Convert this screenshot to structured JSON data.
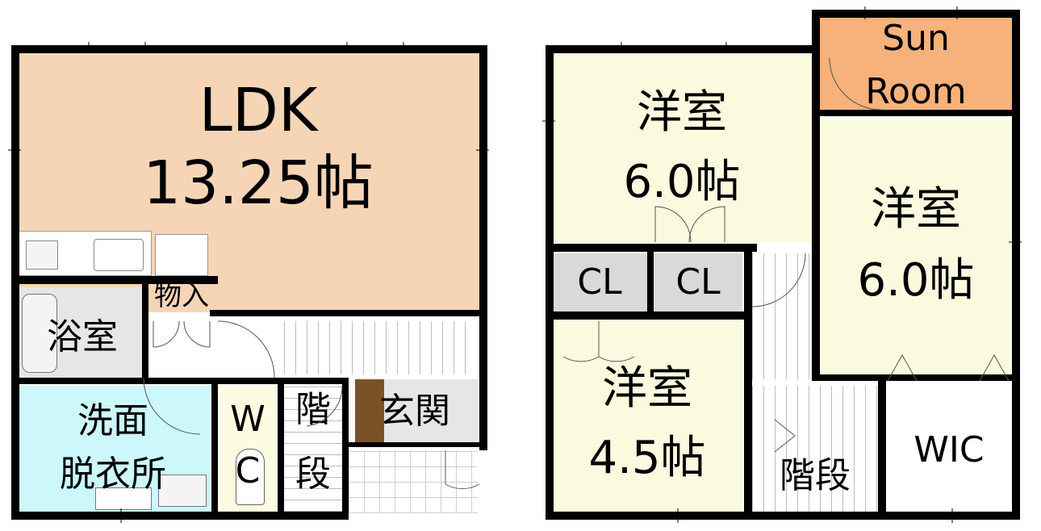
{
  "floor1": {
    "ldk": {
      "name": "LDK",
      "size": "13.25帖"
    },
    "storage": "物入",
    "bath": "浴室",
    "washroom_line1": "洗面",
    "washroom_line2": "脱衣所",
    "wc_line1": "W",
    "wc_line2": "C",
    "stairs_line1": "階",
    "stairs_line2": "段",
    "entrance": "玄関"
  },
  "floor2": {
    "sunroom_line1": "Sun",
    "sunroom_line2": "Room",
    "room_a": {
      "name": "洋室",
      "size": "6.0帖"
    },
    "room_b": {
      "name": "洋室",
      "size": "6.0帖"
    },
    "room_c": {
      "name": "洋室",
      "size": "4.5帖"
    },
    "closet_1": "CL",
    "closet_2": "CL",
    "stairs": "階段",
    "wic": "WIC"
  },
  "colors": {
    "ldk": "#f5d5b6",
    "washroom": "#ccf7fb",
    "bath": "#e6e6e6",
    "western_room": "#fafadf",
    "sunroom": "#f6b27a",
    "closet": "#d9d9d9",
    "genkan_step": "#7a5227",
    "wc": "#fcfce2"
  }
}
